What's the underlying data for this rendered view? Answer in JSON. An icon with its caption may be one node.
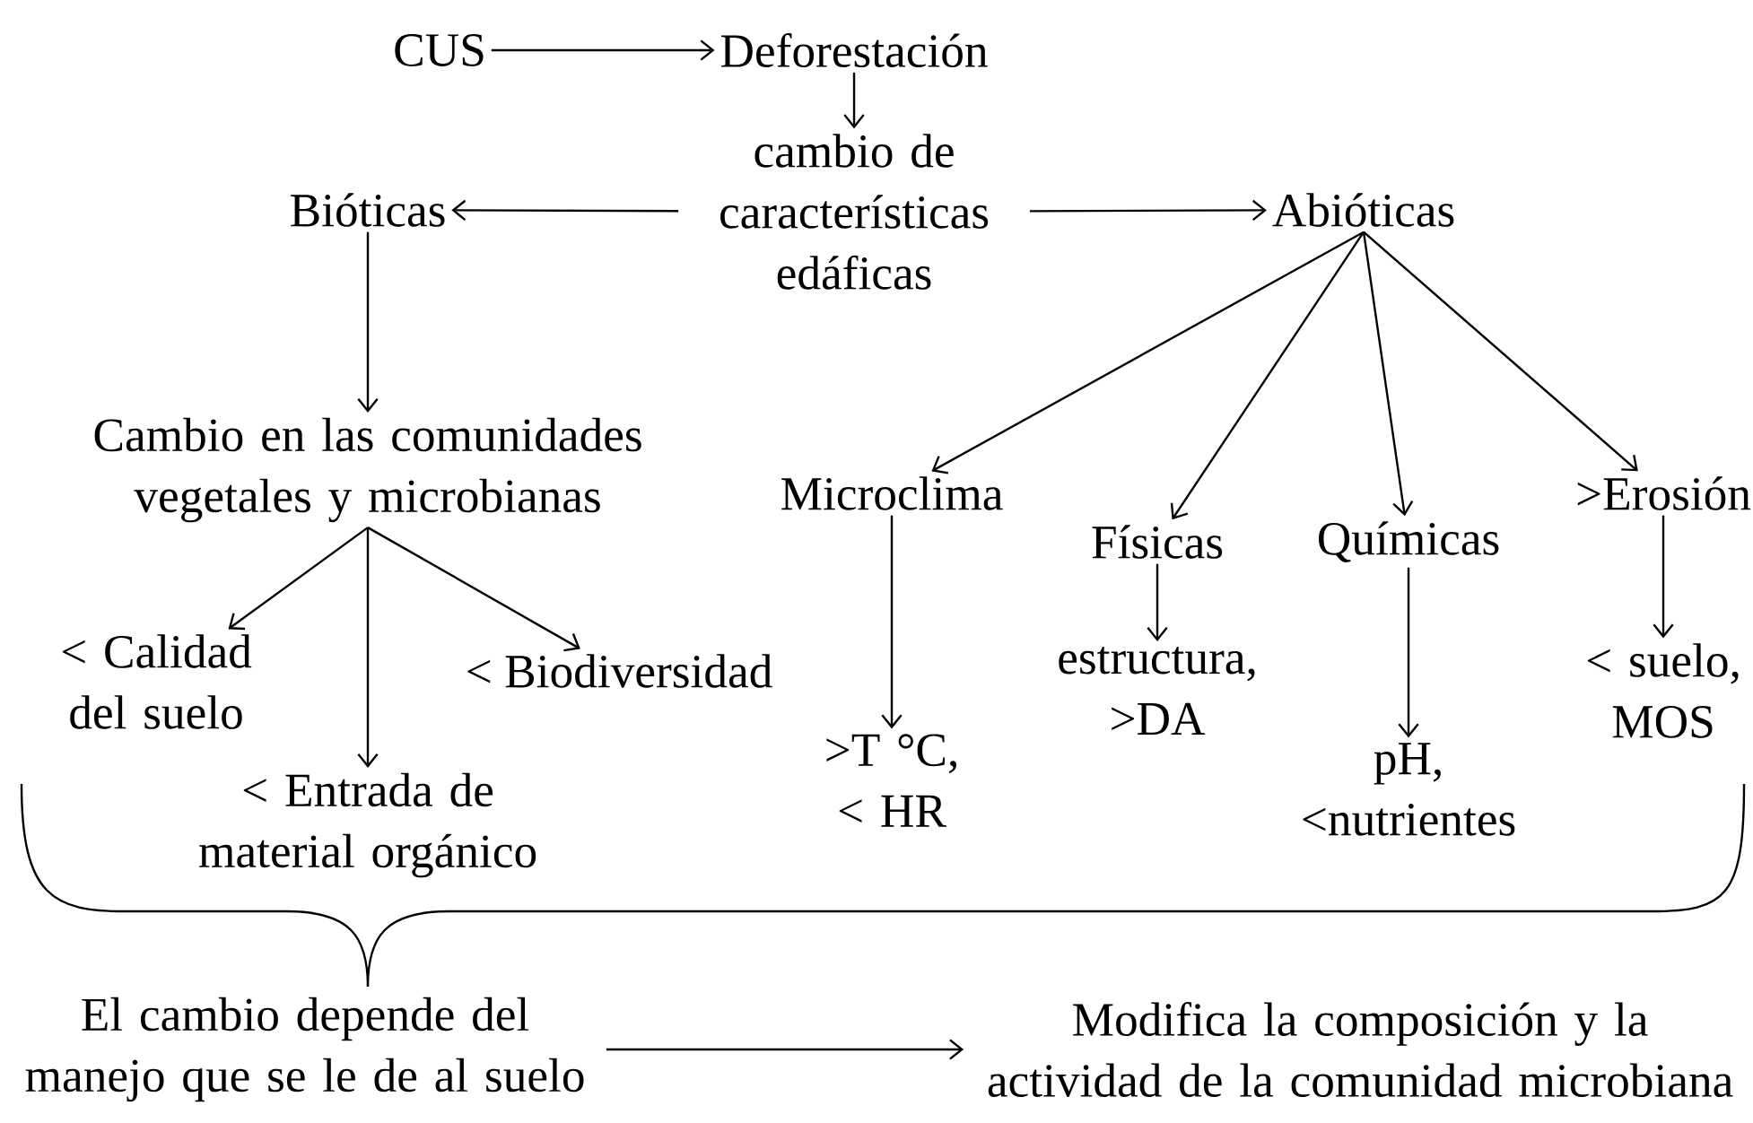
{
  "diagram": {
    "nodes": [
      {
        "text": [
          "CUS"
        ]
      },
      {
        "text": [
          "Deforestación"
        ]
      },
      {
        "text": [
          "cambio de características edáficas"
        ]
      },
      {
        "text": [
          "Bióticas"
        ]
      },
      {
        "text": [
          "Abióticas"
        ]
      },
      {
        "text": [
          "Cambio en las comunidades vegetales y microbianas"
        ]
      },
      {
        "text": [
          "Microclima"
        ]
      },
      {
        "text": [
          "Físicas"
        ]
      },
      {
        "text": [
          "Químicas"
        ]
      },
      {
        "text": [
          ">Erosión"
        ]
      },
      {
        "text": [
          "< Calidad del suelo"
        ]
      },
      {
        "text": [
          "< Biodiversidad"
        ]
      },
      {
        "text": [
          "< Entrada de material orgánico"
        ]
      },
      {
        "text": [
          "estructura, >DA"
        ]
      },
      {
        "text": [
          ">T °C, < HR"
        ]
      },
      {
        "text": [
          "pH, <nutrientes"
        ]
      },
      {
        "text": [
          "< suelo, MOS"
        ]
      },
      {
        "text": [
          "El cambio depende del manejo que se le de al suelo"
        ]
      },
      {
        "text": [
          "Modifica la composición y la actividad de la comunidad microbiana"
        ]
      }
    ],
    "edges": [
      {
        "from": 0,
        "to": 1,
        "arrow": "to"
      },
      {
        "from": 1,
        "to": 2,
        "arrow": "to"
      },
      {
        "from": 2,
        "to": 3,
        "arrow": "to"
      },
      {
        "from": 2,
        "to": 4,
        "arrow": "to"
      },
      {
        "from": 3,
        "to": 5,
        "arrow": "to"
      },
      {
        "from": 4,
        "to": 6,
        "arrow": "to"
      },
      {
        "from": 4,
        "to": 7,
        "arrow": "to"
      },
      {
        "from": 4,
        "to": 8,
        "arrow": "to"
      },
      {
        "from": 4,
        "to": 9,
        "arrow": "to"
      },
      {
        "from": 5,
        "to": 10,
        "arrow": "to"
      },
      {
        "from": 5,
        "to": 12,
        "arrow": "to"
      },
      {
        "from": 5,
        "to": 11,
        "arrow": "to"
      },
      {
        "from": 6,
        "to": 14,
        "arrow": "to"
      },
      {
        "from": 7,
        "to": 13,
        "arrow": "to"
      },
      {
        "from": 8,
        "to": 15,
        "arrow": "to"
      },
      {
        "from": 9,
        "to": 16,
        "arrow": "to"
      },
      {
        "from": 17,
        "to": 18,
        "arrow": "to"
      }
    ]
  }
}
